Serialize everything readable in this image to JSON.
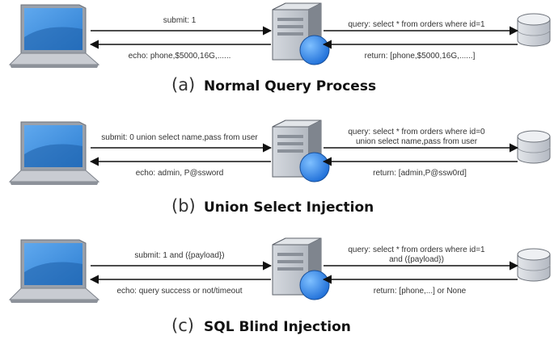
{
  "colors": {
    "arrow": "#111111",
    "laptop_screen": "#2e7fd2",
    "laptop_body": "#c9ccd2",
    "server_body": "#a7adb6",
    "server_globe": "#1f6fd8",
    "db_body": "#b4b9c2",
    "text": "#333333"
  },
  "icons": {
    "client": "laptop-icon",
    "server": "server-icon",
    "globe": "globe-icon",
    "database": "database-icon"
  },
  "panels": [
    {
      "caption_letter": "(a)",
      "caption_title": "Normal Query Process",
      "client_send": [
        "submit: 1"
      ],
      "client_echo": [
        "echo: phone,$5000,16G,......"
      ],
      "db_query": [
        "query: select * from orders where id=1"
      ],
      "db_return": [
        "return: [phone,$5000,16G,......]"
      ]
    },
    {
      "caption_letter": "(b)",
      "caption_title": "Union Select Injection",
      "client_send": [
        "submit: 0 union select name,pass from user"
      ],
      "client_echo": [
        "echo: admin, P@ssword"
      ],
      "db_query": [
        "query: select * from orders where id=0",
        "union select name,pass from user"
      ],
      "db_return": [
        "return: [admin,P@ssw0rd]"
      ]
    },
    {
      "caption_letter": "(c)",
      "caption_title": "SQL Blind Injection",
      "client_send": [
        "submit: 1 and ({payload})"
      ],
      "client_echo": [
        "echo: query success or not/timeout"
      ],
      "db_query": [
        "query: select * from orders where id=1",
        "and ({payload})"
      ],
      "db_return": [
        "return: [phone,...] or None"
      ]
    }
  ]
}
